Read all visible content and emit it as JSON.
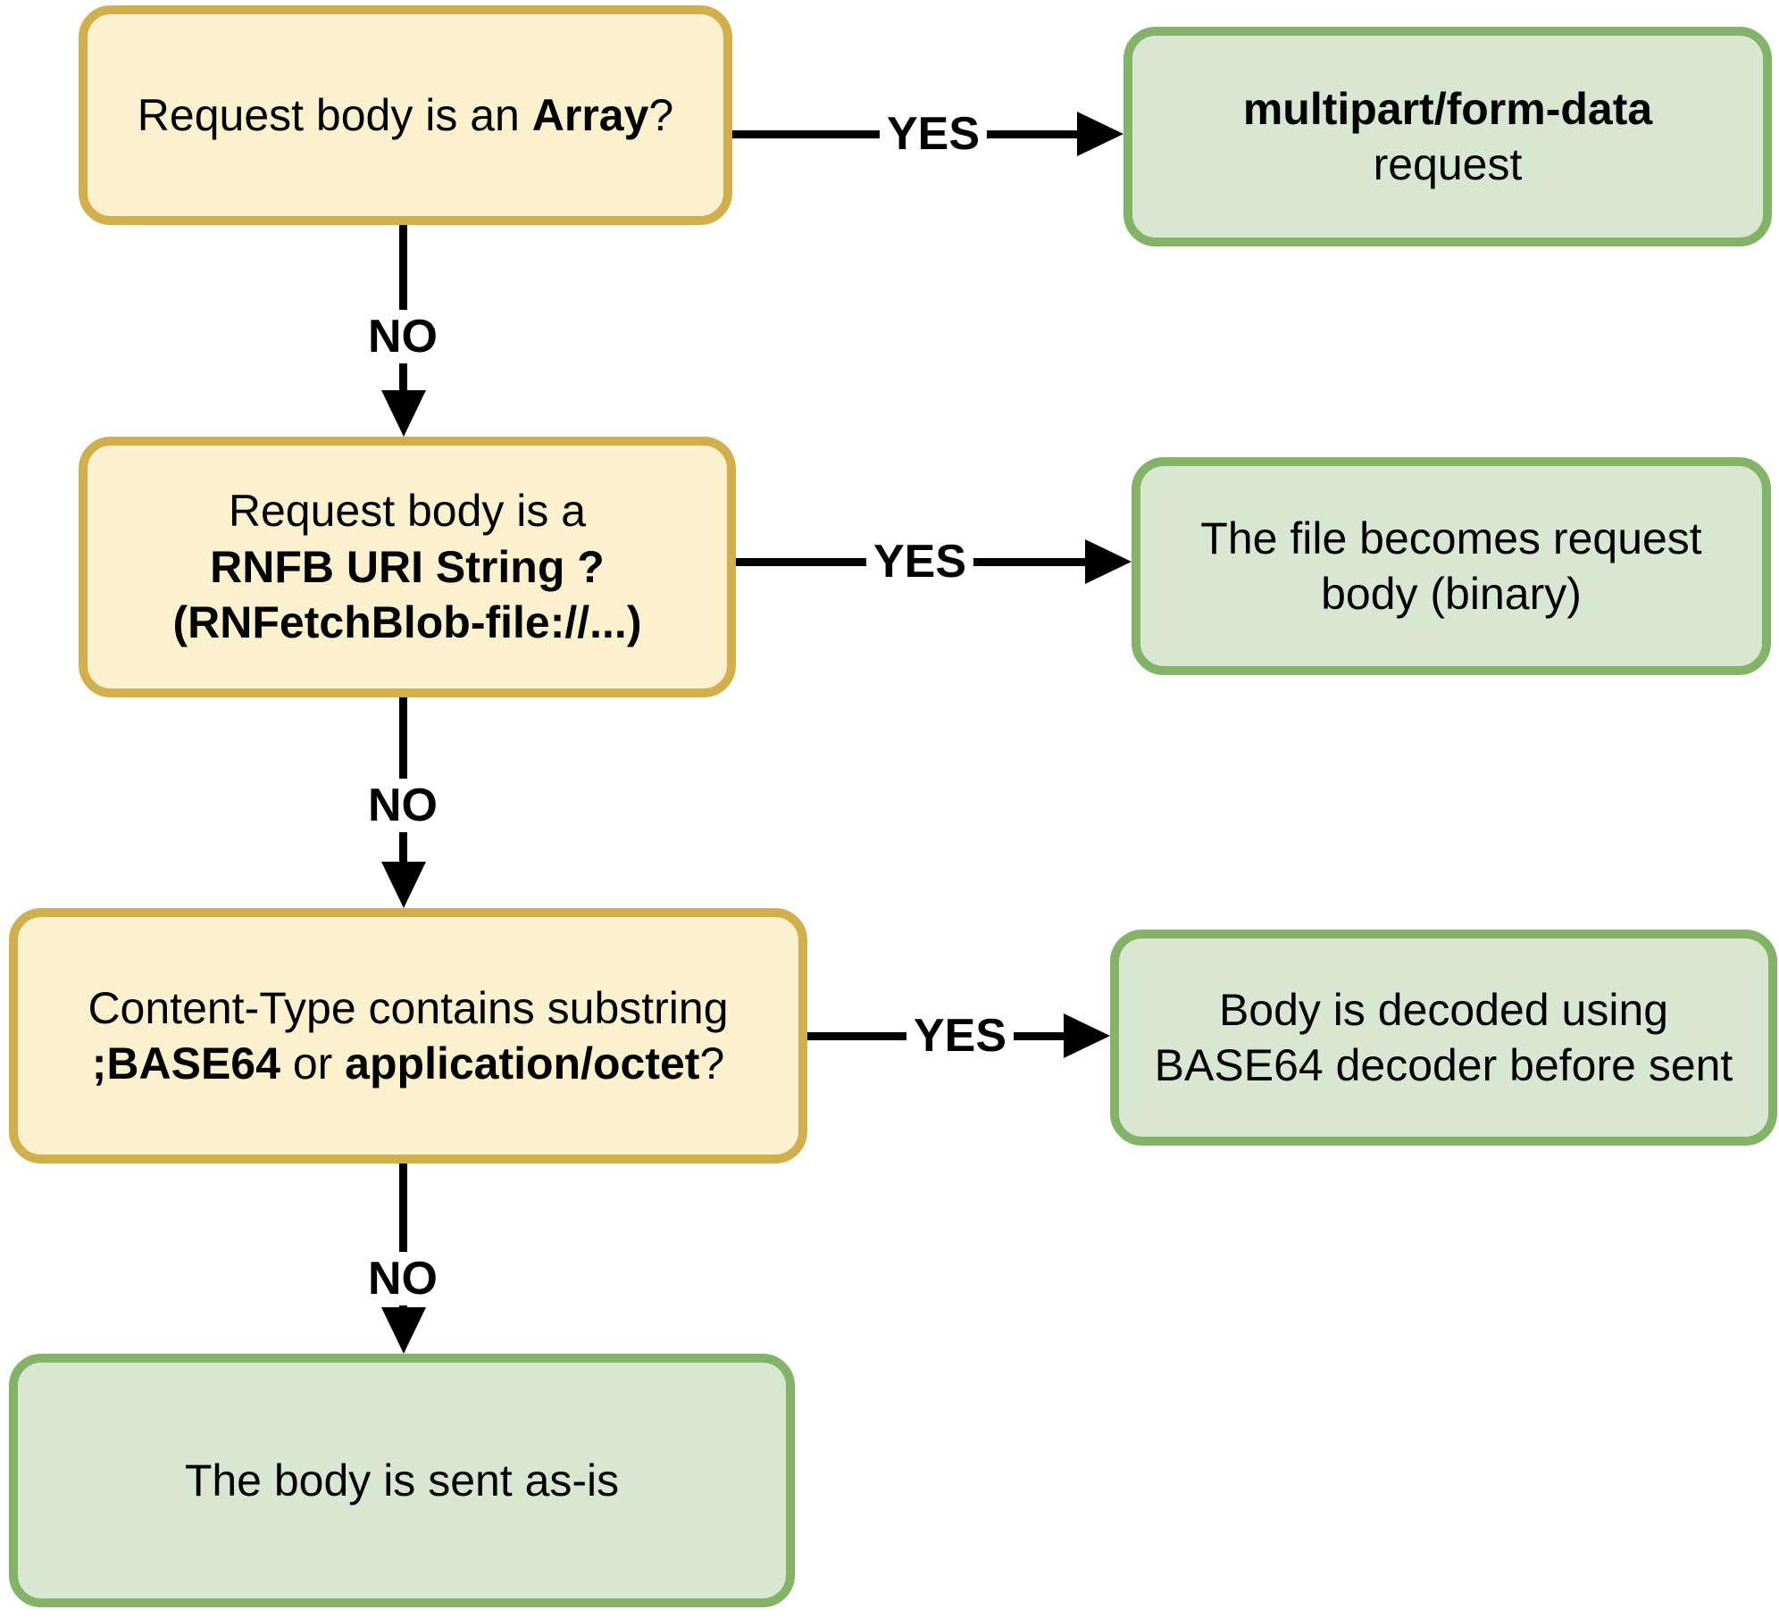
{
  "diagram": {
    "title_hint": "RNFetchBlob request body handling flowchart",
    "colors": {
      "question_fill": "#FCF1CF",
      "question_border": "#D0AF4C",
      "result_fill": "#D7E7D2",
      "result_border": "#82B366",
      "arrow": "#000000",
      "background": "#FFFFFF"
    },
    "nodes": {
      "q1": {
        "pre": "Request body is an ",
        "bold": "Array",
        "post": "?"
      },
      "q2": {
        "line1": "Request body is a",
        "line2": "RNFB URI String ?",
        "line3": "(RNFetchBlob-file://...)"
      },
      "q3": {
        "line1": "Content-Type contains substring",
        "line2_bold1": ";BASE64",
        "line2_mid": " or ",
        "line2_bold2": "application/octet",
        "line2_end": "?"
      },
      "r1": {
        "line1": "multipart/form-data",
        "line2": "request"
      },
      "r2": {
        "line1": "The file becomes request",
        "line2": "body (binary)"
      },
      "r3": {
        "line1": "Body is decoded using",
        "line2": "BASE64 decoder before sent"
      },
      "r4": {
        "line1": "The body is sent as-is"
      }
    },
    "edges": {
      "yes1": "YES",
      "no1": "NO",
      "yes2": "YES",
      "no2": "NO",
      "yes3": "YES",
      "no3": "NO"
    }
  }
}
